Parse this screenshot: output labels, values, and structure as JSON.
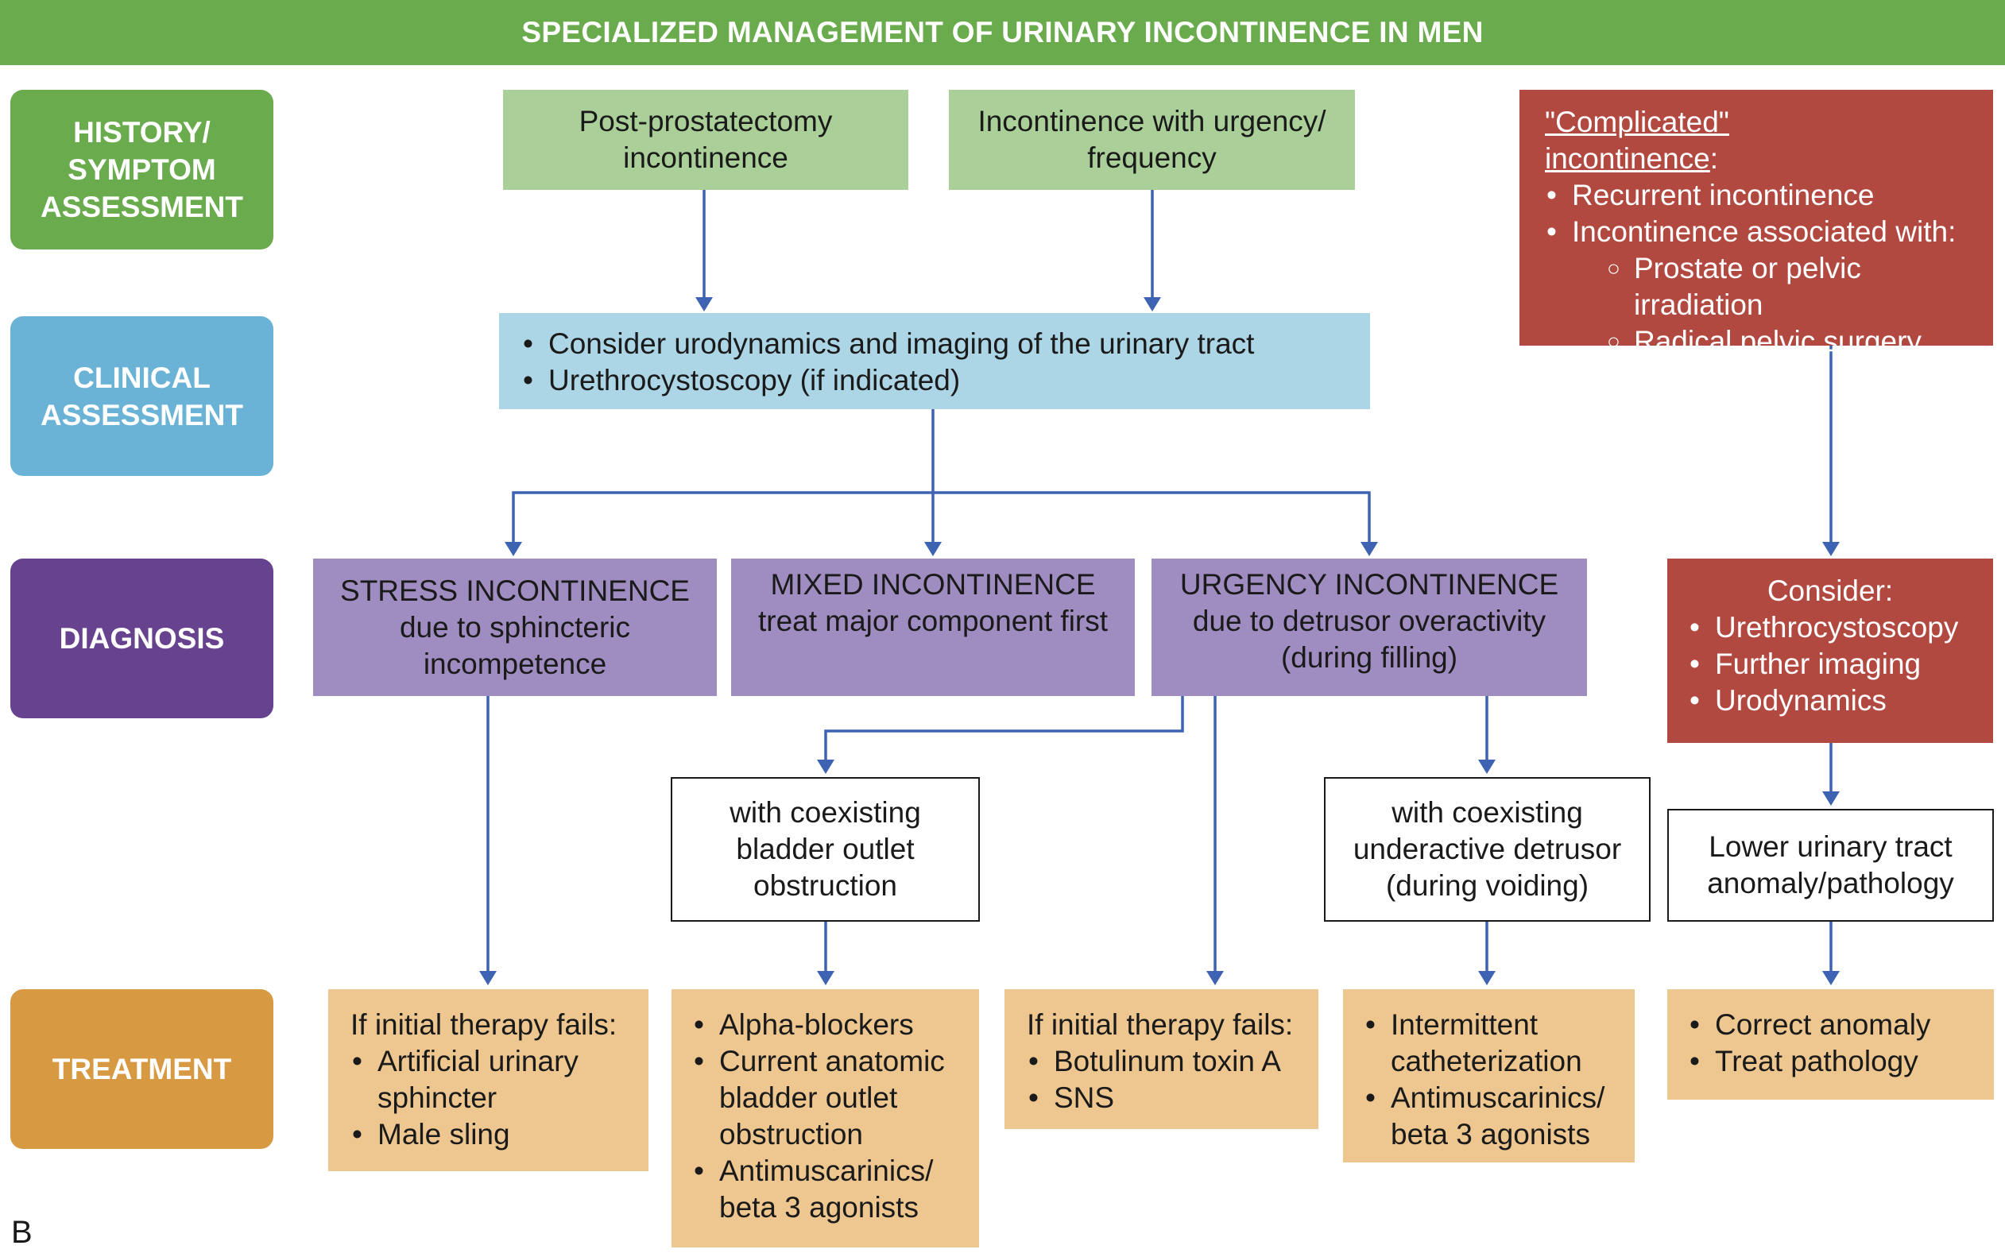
{
  "title": "SPECIALIZED MANAGEMENT OF URINARY INCONTINENCE IN MEN",
  "row_labels": {
    "history": [
      "HISTORY/",
      "SYMPTOM",
      "ASSESSMENT"
    ],
    "clinical": [
      "CLINICAL",
      "ASSESSMENT"
    ],
    "diagnosis": "DIAGNOSIS",
    "treatment": "TREATMENT"
  },
  "history": {
    "post_prostatectomy": [
      "Post-prostatectomy",
      "incontinence"
    ],
    "urgency_frequency": [
      "Incontinence with urgency/",
      "frequency"
    ],
    "complicated": {
      "title_line1": "\"Complicated\"",
      "title_line2": "incontinence",
      "title_suffix": ":",
      "items": [
        "Recurrent incontinence",
        "Incontinence associated with:"
      ],
      "subitems": [
        "Prostate or pelvic irradiation",
        "Radical pelvic surgery"
      ]
    }
  },
  "clinical": {
    "items": [
      "Consider urodynamics and imaging of the urinary tract",
      "Urethrocystoscopy (if indicated)"
    ]
  },
  "diagnosis": {
    "stress": [
      "STRESS INCONTINENCE",
      "due to sphincteric",
      "incompetence"
    ],
    "mixed": [
      "MIXED INCONTINENCE",
      "treat major component first"
    ],
    "urgency": [
      "URGENCY INCONTINENCE",
      "due to detrusor overactivity",
      "(during filling)"
    ],
    "consider": {
      "title": "Consider:",
      "items": [
        "Urethrocystoscopy",
        "Further imaging",
        "Urodynamics"
      ]
    }
  },
  "intermediate": {
    "bladder_outlet": [
      "with coexisting",
      "bladder outlet",
      "obstruction"
    ],
    "underactive": [
      "with coexisting",
      "underactive detrusor",
      "(during voiding)"
    ],
    "anomaly": [
      "Lower urinary tract",
      "anomaly/pathology"
    ]
  },
  "treatment": {
    "stress": {
      "heading": "If initial therapy fails:",
      "items": [
        "Artificial urinary sphincter",
        "Male sling"
      ]
    },
    "outlet": {
      "items": [
        "Alpha-blockers",
        "Current anatomic bladder outlet obstruction",
        "Antimuscarinics/ beta 3 agonists"
      ]
    },
    "urgency": {
      "heading": "If initial therapy fails:",
      "items": [
        "Botulinum toxin A",
        "SNS"
      ]
    },
    "underactive": {
      "items": [
        "Intermittent catheterization",
        "Antimuscarinics/ beta 3 agonists"
      ]
    },
    "anomaly": {
      "items": [
        "Correct anomaly",
        "Treat pathology"
      ]
    }
  },
  "panel_label": "B",
  "colors": {
    "header": "#6aab4e",
    "history_label": "#6aab4e",
    "clinical_label": "#6bb3d6",
    "diagnosis_label": "#67428f",
    "treatment_label": "#d79a43",
    "green_box": "#aacf98",
    "blue_box": "#acd5e6",
    "purple_box": "#9f8cc0",
    "red_box": "#b24940",
    "tan_box": "#edc78f",
    "arrow": "#3f63b3"
  }
}
